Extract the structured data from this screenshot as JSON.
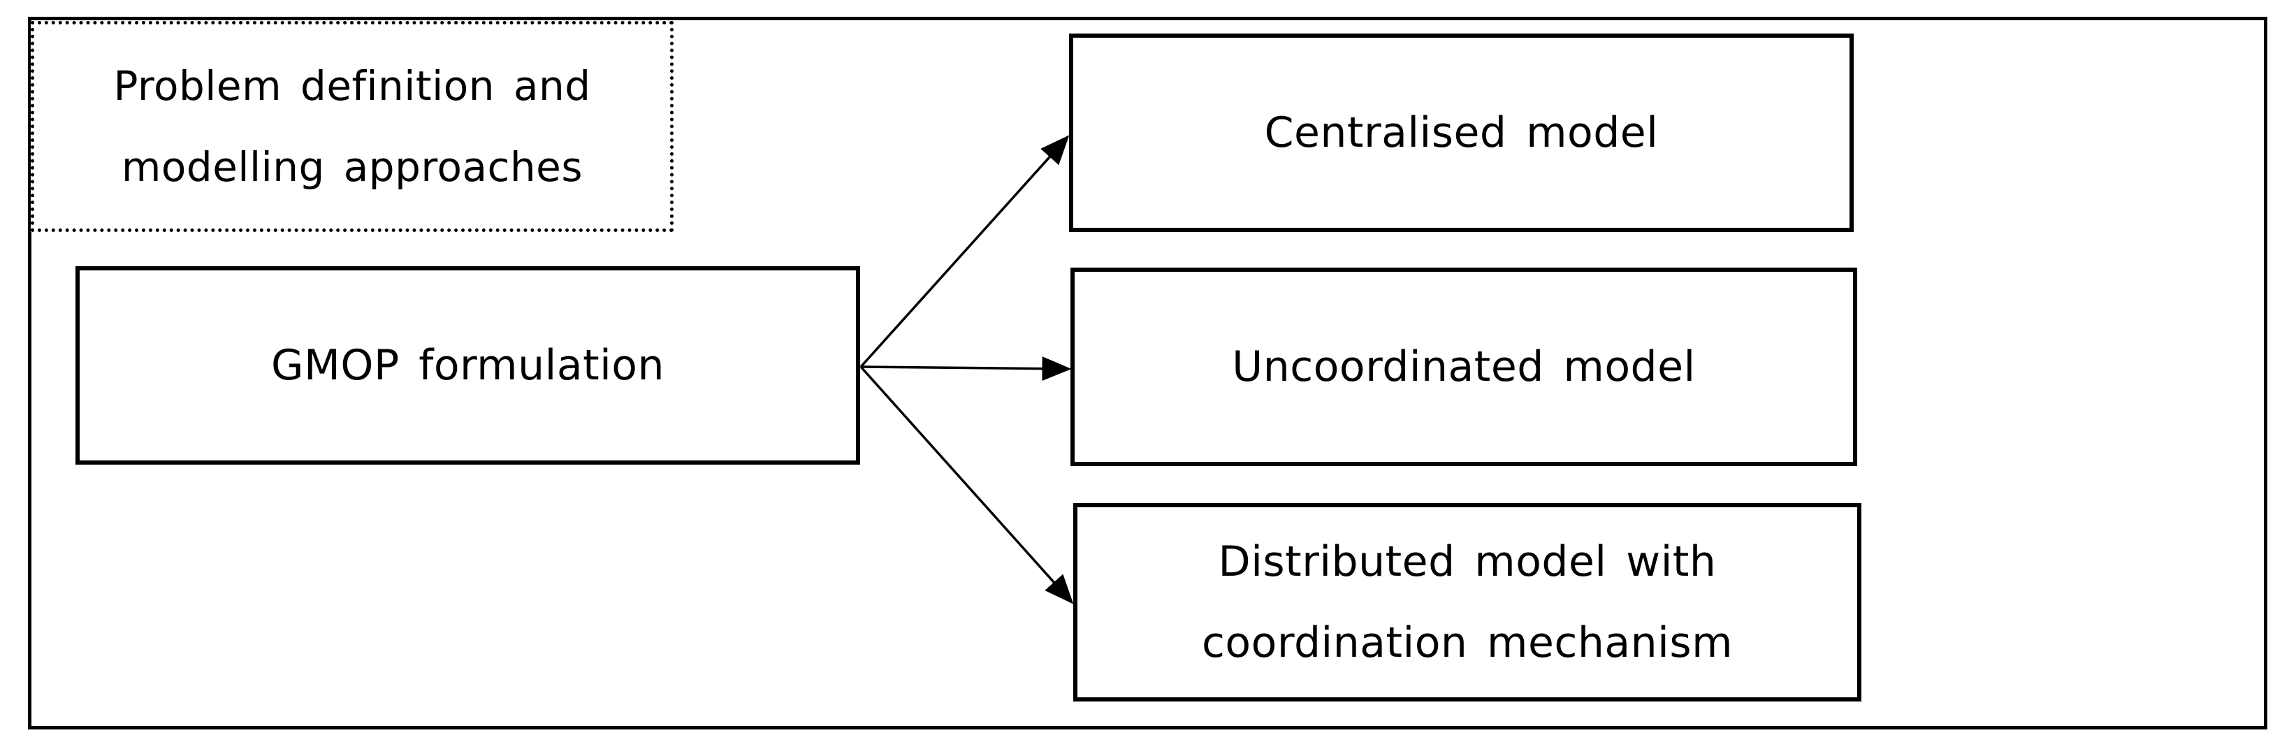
{
  "diagram": {
    "section_label": "Problem definition and\nmodelling approaches",
    "source_node": "GMOP formulation",
    "targets": [
      "Centralised model",
      "Uncoordinated model",
      "Distributed model with\ncoordination mechanism"
    ]
  },
  "colors": {
    "line": "#000000",
    "background": "#ffffff"
  }
}
